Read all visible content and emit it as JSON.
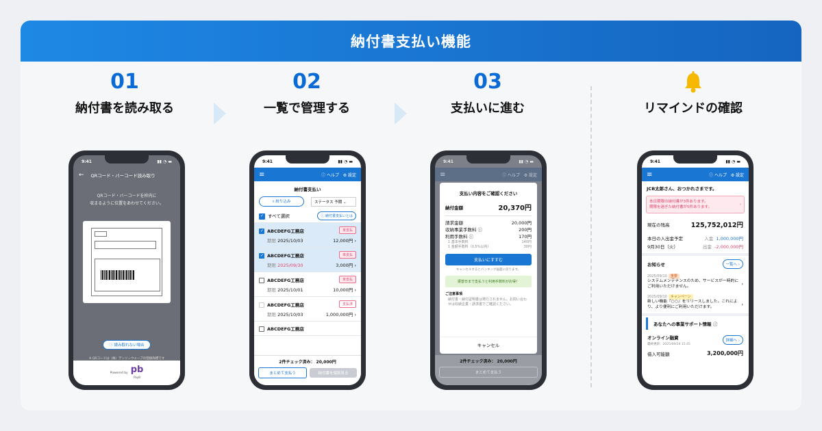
{
  "banner": {
    "title": "納付書支払い機能"
  },
  "steps": [
    {
      "num": "01",
      "title": "納付書を読み取る"
    },
    {
      "num": "02",
      "title": "一覧で管理する"
    },
    {
      "num": "03",
      "title": "支払いに進む"
    },
    {
      "num": "",
      "title": "リマインドの確認",
      "icon": "bell-icon"
    }
  ],
  "common": {
    "time": "9:41",
    "help": "ヘルプ",
    "settings": "設定"
  },
  "phone1": {
    "header": "QRコード・バーコード読み取り",
    "instruction_1": "QRコード・バーコードを枠内に",
    "instruction_2": "収まるように位置をあわせてください。",
    "cant_read": "読み取れない場合",
    "note": "※ QRコードは（株）デンソーウェーブの登録商標です",
    "powered": "Powered by",
    "logo": "pb",
    "logo_sub": "PayB"
  },
  "phone2": {
    "title": "納付書支払い",
    "filter_btn": "絞り込み",
    "status_select": "ステータス 予期",
    "select_all": "すべて選択",
    "about_link": "納付書支払いとは",
    "bills": [
      {
        "name": "ABCDEFG工務店",
        "tag": "未支払",
        "date": "2025/10/03",
        "amount": "12,000円",
        "checked": true,
        "warn": false
      },
      {
        "name": "ABCDEFG工務店",
        "tag": "未支払",
        "date": "2025/09/30",
        "amount": "3,000円",
        "checked": true,
        "warn": true
      },
      {
        "name": "ABCDEFG工務店",
        "tag": "未支払",
        "date": "2025/10/01",
        "amount": "10,000円",
        "checked": false,
        "warn": false
      },
      {
        "name": "ABCDEFG工務店",
        "tag": "支払済",
        "date": "2025/10/03",
        "amount": "1,000,000円",
        "checked": false,
        "warn": false
      },
      {
        "name": "ABCDEFG工務店",
        "tag": "",
        "date": "",
        "amount": "",
        "checked": false,
        "warn": false
      }
    ],
    "checked_summary": "2件チェック済み： 20,000円",
    "bulk_pay": "まとめて支払う",
    "view_bills": "納付書を個別見る"
  },
  "phone3": {
    "modal_title": "支払い内容をご確認ください",
    "amount_label": "納付金額",
    "amount": "20,370円",
    "rows": [
      {
        "label": "請求金額",
        "value": "20,000円"
      },
      {
        "label": "収納事業手数料 ⓘ",
        "value": "200円"
      },
      {
        "label": "利用手数料 ⓘ",
        "value": "170円"
      },
      {
        "label": "1 基本手数料",
        "value": "140円"
      },
      {
        "label": "1 金額手数料（0.5%以内）",
        "value": "30円"
      }
    ],
    "pay_btn": "支払いにすすむ",
    "pay_note": "キャンセルするとバンキング画面に戻ります。",
    "green_notice": "振替日まで支払うと利用手数料がお得！",
    "notice_title": "ご注意事項",
    "notice_body": "納付書・納付証明書は発行されません。お問い合わせは収納企業・請求書でご確認ください。",
    "cancel": "キャンセル",
    "footer_summary": "2件チェック済み： 20,000円",
    "footer_btn": "まとめて支払う"
  },
  "phone4": {
    "greeting": "JCB太郎さん、おつかれさまです。",
    "alert_1": "本日期限の納付書が3件あります。",
    "alert_2": "期限を過ぎた納付書が5件あります。",
    "balance_label": "現在の残高",
    "balance": "125,752,012円",
    "today_label": "本日の入出金予定",
    "in_label": "入金",
    "in_amount": "1,000,000円",
    "date_label": "9月30日（火）",
    "out_label": "出金",
    "out_amount": "-2,000,000円",
    "news_title": "お知らせ",
    "news_more": "一覧へ",
    "news": [
      {
        "date": "2025/09/10",
        "tag": "重要",
        "text": "システムメンテナンスのため、サービスが一時的にご利用いただけません。"
      },
      {
        "date": "2025/09/10",
        "tag": "キャンペーン",
        "text": "新しい機能『○○』をリリースしました。これにより、より便利にご利用いただけます。"
      }
    ],
    "support_title": "あなたへの事業サポート情報",
    "online_loan": "オンライン融資",
    "loan_sub": "最終更新：2025/09/24 15:45",
    "detail_btn": "詳細へ",
    "borrow_label": "借入可能額",
    "borrow_amount": "3,200,000円"
  }
}
